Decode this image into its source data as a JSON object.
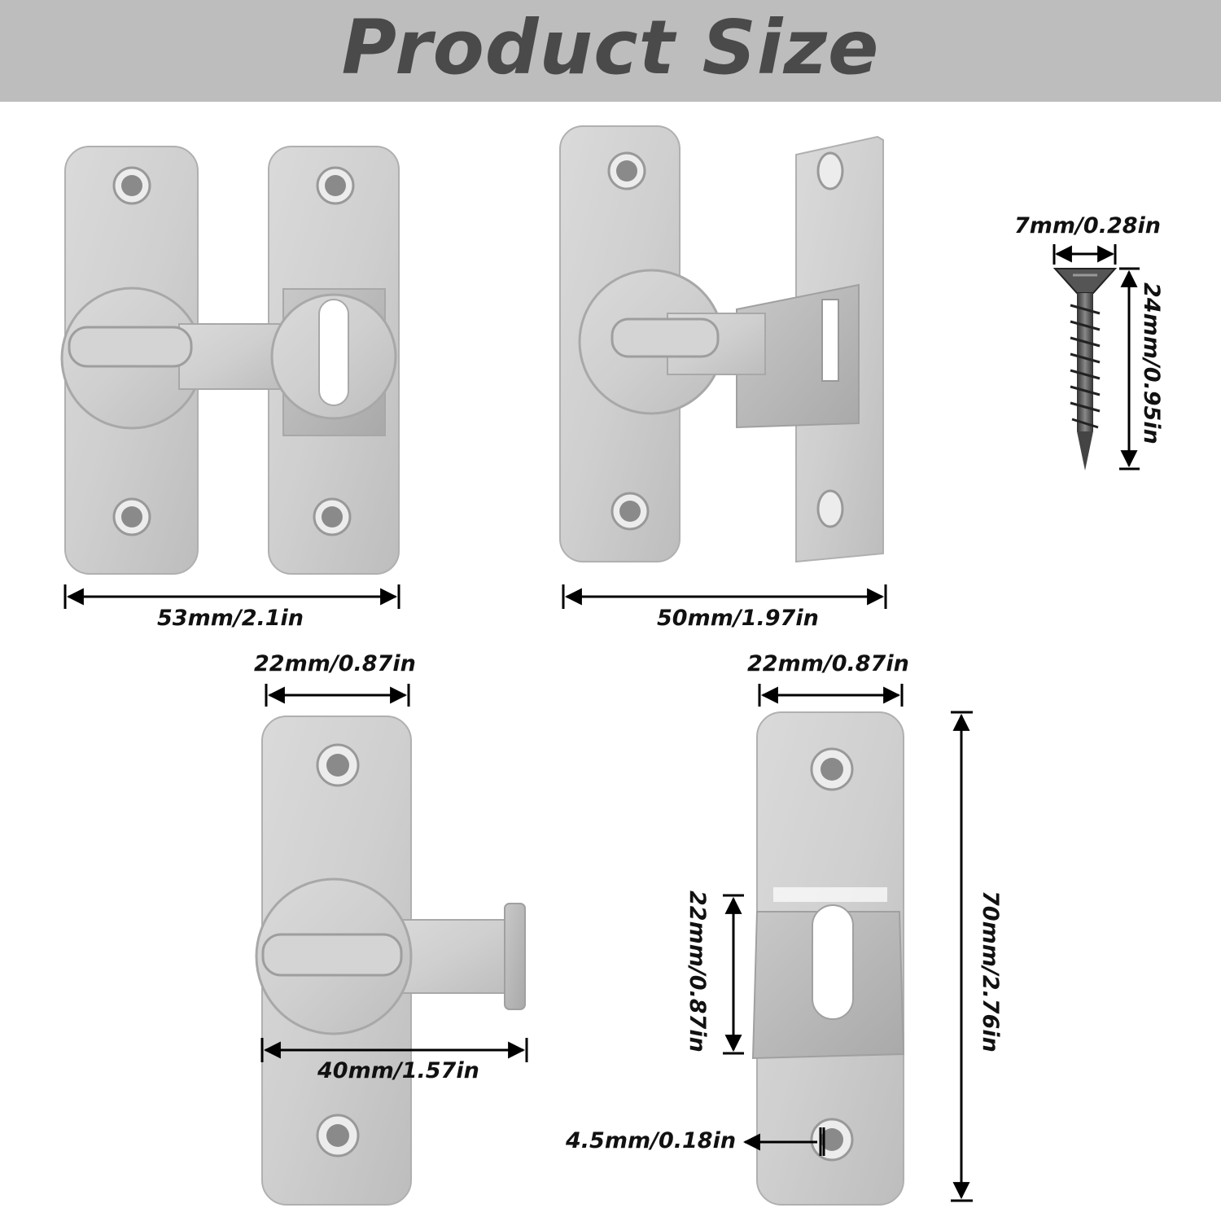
{
  "banner": {
    "title": "Product Size"
  },
  "dimensions": {
    "assembled_width": "53mm/2.1in",
    "open_width": "50mm/1.97in",
    "screw_head": "7mm/0.28in",
    "screw_length": "24mm/0.95in",
    "bolt_plate_width": "22mm/0.87in",
    "bolt_length": "40mm/1.57in",
    "catch_plate_width": "22mm/0.87in",
    "slot_height": "22mm/0.87in",
    "plate_height": "70mm/2.76in",
    "hole_diameter": "4.5mm/0.18in"
  }
}
